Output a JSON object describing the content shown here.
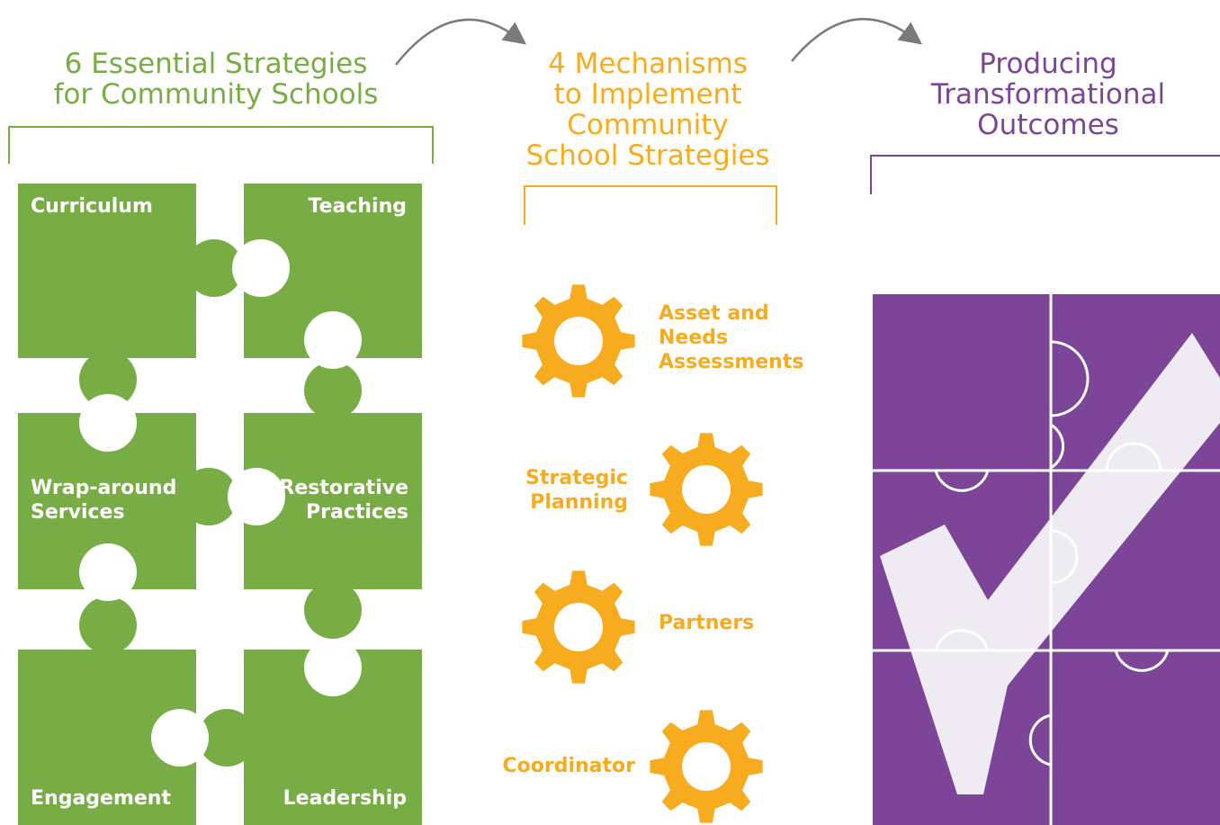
{
  "colors": {
    "green": "#78AD45",
    "orange": "#F6AC1E",
    "purple": "#7C4598",
    "check": "#EFEBF3",
    "arrow": "#7A7A7A"
  },
  "strategies": {
    "heading": [
      "6 Essential Strategies",
      "for Community Schools"
    ],
    "pieces": {
      "curriculum": [
        "Curriculum"
      ],
      "teaching": [
        "Teaching"
      ],
      "wraparound": [
        "Wrap-around",
        "Services"
      ],
      "restorative": [
        "Restorative",
        "Practices"
      ],
      "engagement": [
        "Engagement"
      ],
      "leadership": [
        "Leadership"
      ]
    }
  },
  "mechanisms": {
    "heading": [
      "4 Mechanisms",
      "to Implement",
      "Community",
      "School Strategies"
    ],
    "gears": {
      "assessments": [
        "Asset and",
        "Needs",
        "Assessments"
      ],
      "planning": [
        "Strategic",
        "Planning"
      ],
      "partners": [
        "Partners"
      ],
      "coordinator": [
        "Coordinator"
      ]
    }
  },
  "outcomes": {
    "heading": [
      "Producing",
      "Transformational",
      "Outcomes"
    ]
  }
}
